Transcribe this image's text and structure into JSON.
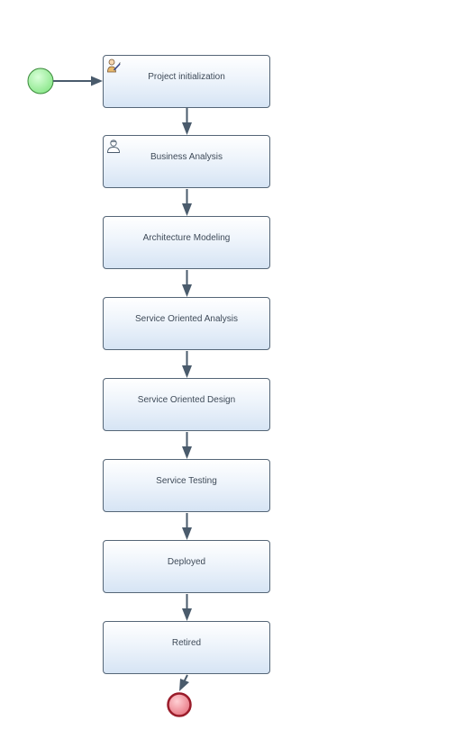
{
  "process": {
    "tasks": [
      {
        "id": "project-initialization",
        "label": "Project initialization",
        "icon": "script-user-icon"
      },
      {
        "id": "business-analysis",
        "label": "Business Analysis",
        "icon": "user-icon"
      },
      {
        "id": "architecture-modeling",
        "label": "Architecture Modeling",
        "icon": ""
      },
      {
        "id": "service-oriented-analysis",
        "label": "Service Oriented Analysis",
        "icon": ""
      },
      {
        "id": "service-oriented-design",
        "label": "Service Oriented Design",
        "icon": ""
      },
      {
        "id": "service-testing",
        "label": "Service Testing",
        "icon": ""
      },
      {
        "id": "deployed",
        "label": "Deployed",
        "icon": ""
      },
      {
        "id": "retired",
        "label": "Retired",
        "icon": ""
      }
    ],
    "start_event": {
      "color": "#8ee88e"
    },
    "end_event": {
      "color": "#e87a86"
    },
    "colors": {
      "task_border": "#556677",
      "connector": "#4a5b6c"
    }
  }
}
